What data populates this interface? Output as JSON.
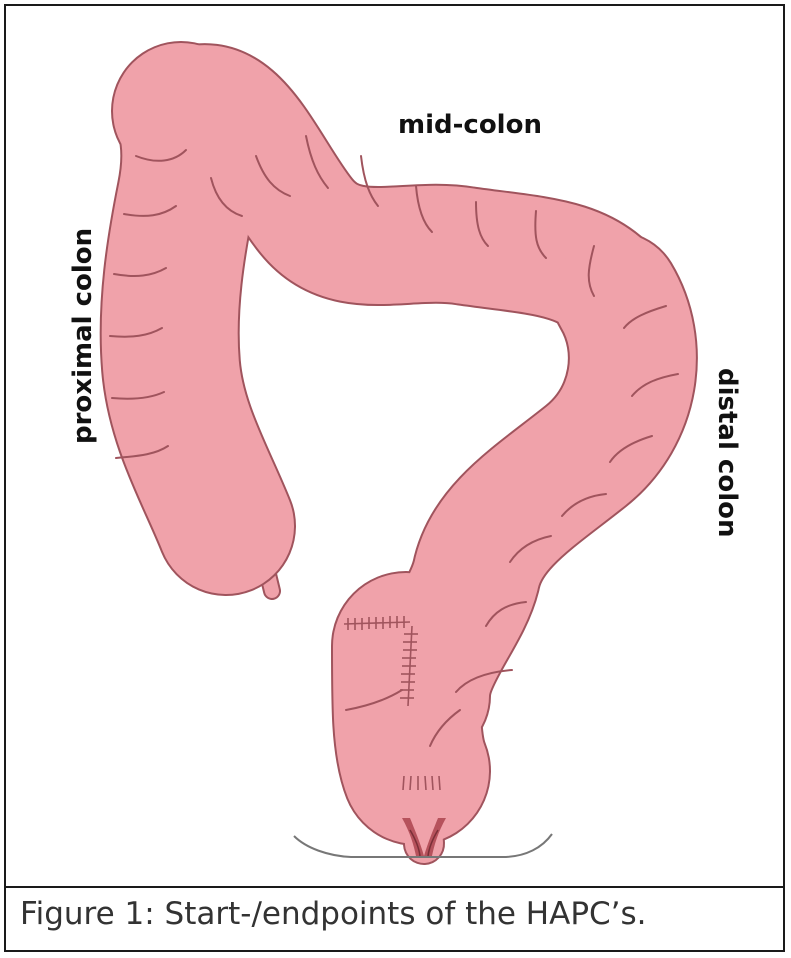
{
  "labels": {
    "mid": "mid-colon",
    "proximal": "proximal colon",
    "distal": "distal colon"
  },
  "caption": "Figure 1: Start-/endpoints of the HAPC’s.",
  "colors": {
    "colon_fill": "#f0a2aa",
    "colon_stroke": "#a0545d",
    "anus": "#b6525c",
    "line": "#777777"
  }
}
